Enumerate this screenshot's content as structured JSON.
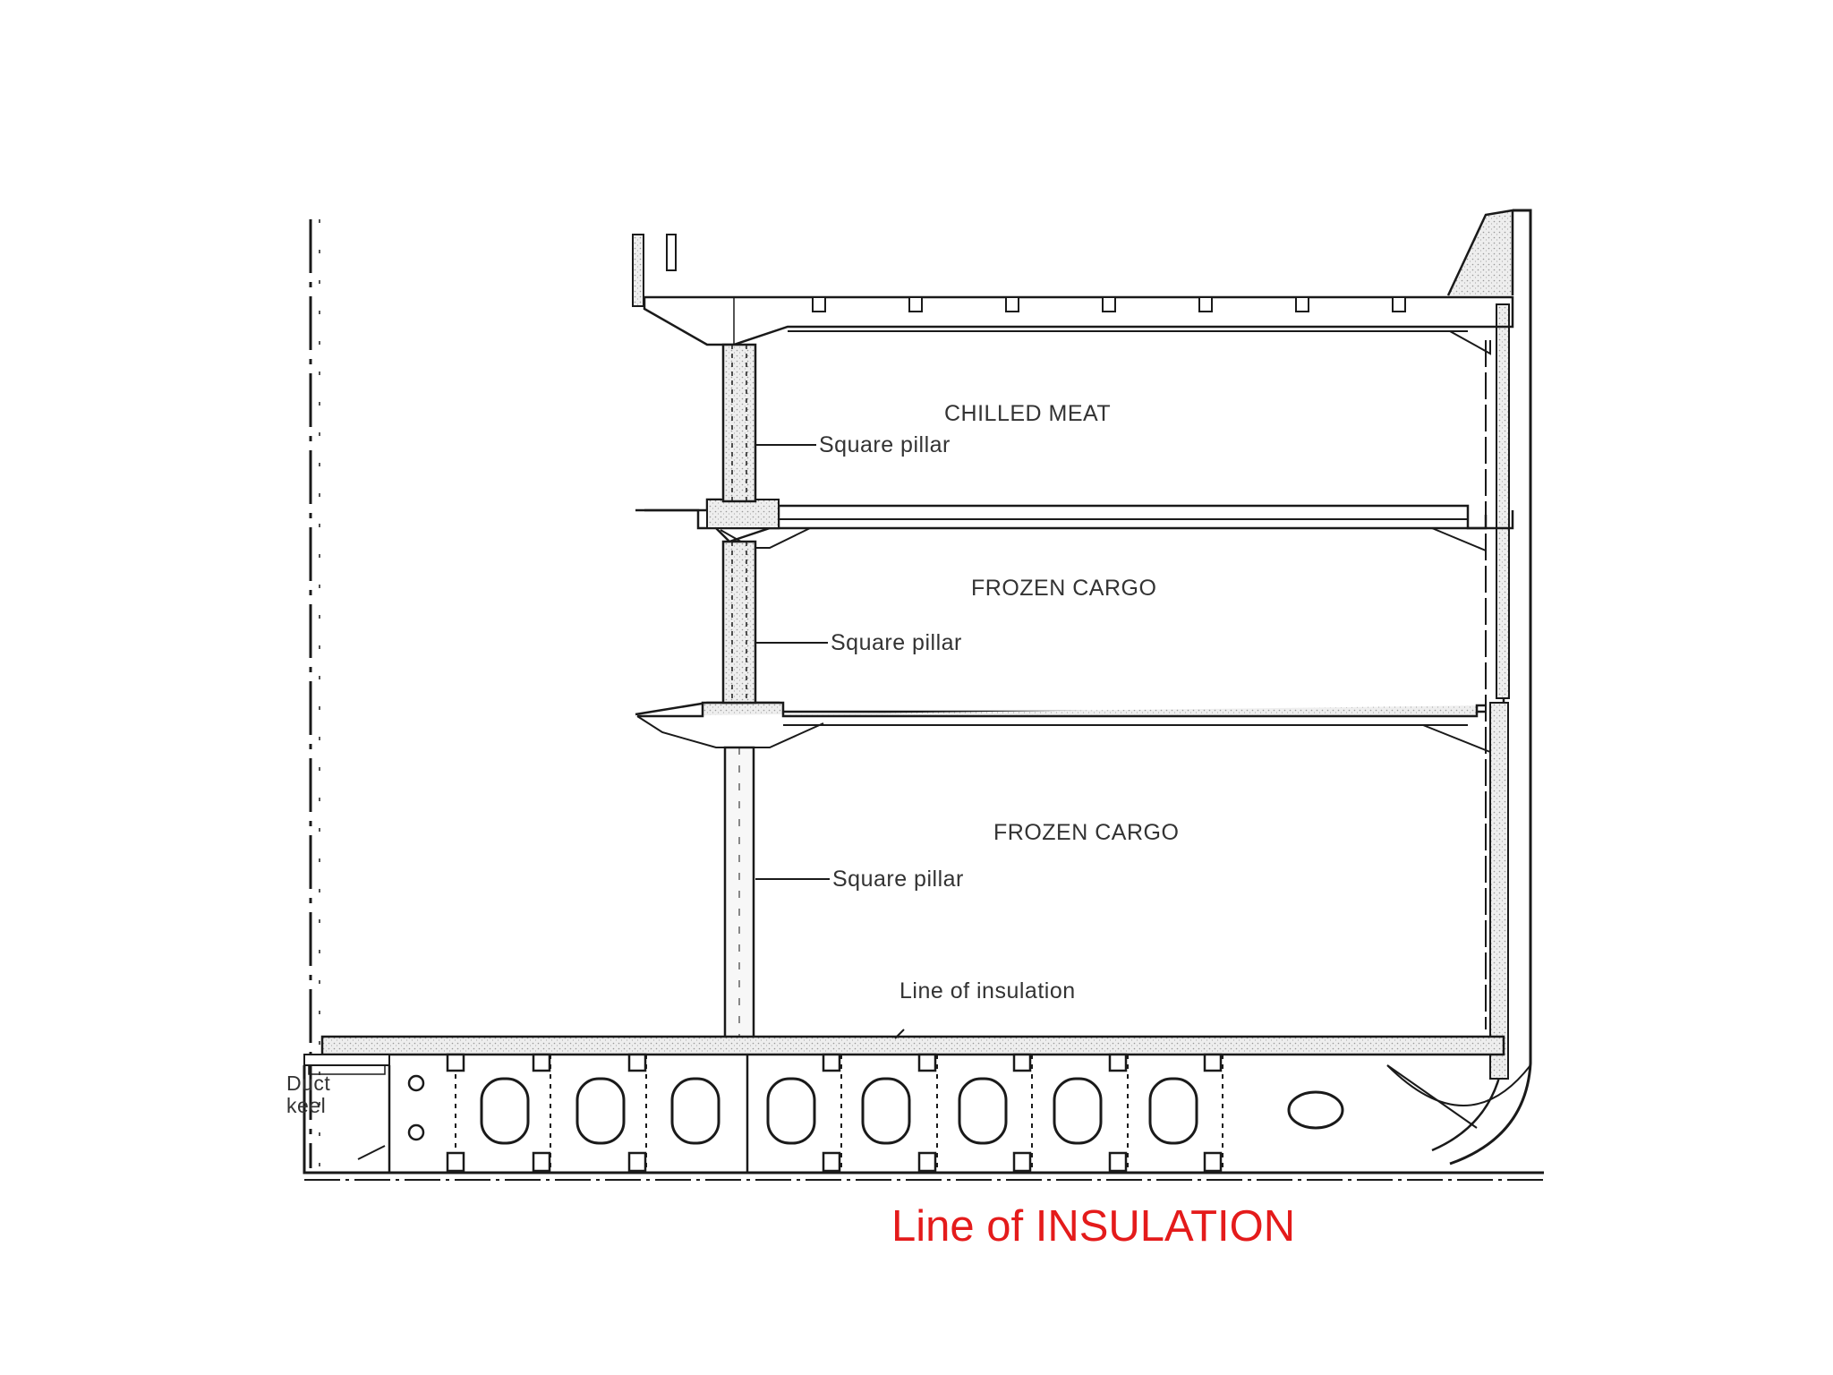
{
  "diagram": {
    "compartments": {
      "upper": "CHILLED MEAT",
      "middle": "FROZEN CARGO",
      "lower": "FROZEN CARGO"
    },
    "pillar_labels": [
      "Square pillar",
      "Square pillar",
      "Square pillar"
    ],
    "insulation_label": "Line of insulation",
    "duct_keel_label": [
      "Duct",
      "keel"
    ]
  },
  "caption": "Line of INSULATION",
  "colors": {
    "caption": "#e41b1b",
    "line": "#1a1a1a",
    "plate": "#ececec"
  }
}
